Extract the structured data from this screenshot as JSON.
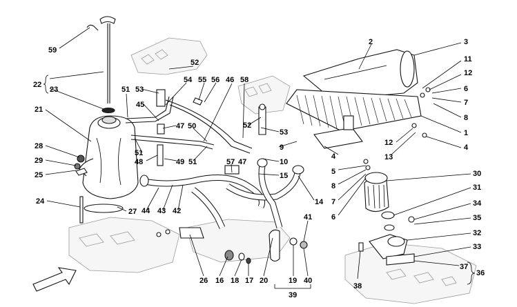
{
  "diagram": {
    "labels": [
      {
        "id": "59",
        "text": "59"
      },
      {
        "id": "22",
        "text": "22"
      },
      {
        "id": "23",
        "text": "23"
      },
      {
        "id": "21",
        "text": "21"
      },
      {
        "id": "28",
        "text": "28"
      },
      {
        "id": "29",
        "text": "29"
      },
      {
        "id": "25",
        "text": "25"
      },
      {
        "id": "24",
        "text": "24"
      },
      {
        "id": "27",
        "text": "27"
      },
      {
        "id": "51a",
        "text": "51"
      },
      {
        "id": "53a",
        "text": "53"
      },
      {
        "id": "45",
        "text": "45"
      },
      {
        "id": "52a",
        "text": "52"
      },
      {
        "id": "54",
        "text": "54"
      },
      {
        "id": "55",
        "text": "55"
      },
      {
        "id": "56",
        "text": "56"
      },
      {
        "id": "46",
        "text": "46"
      },
      {
        "id": "58",
        "text": "58"
      },
      {
        "id": "47a",
        "text": "47"
      },
      {
        "id": "50",
        "text": "50"
      },
      {
        "id": "51b",
        "text": "51"
      },
      {
        "id": "48",
        "text": "48"
      },
      {
        "id": "49",
        "text": "49"
      },
      {
        "id": "51c",
        "text": "51"
      },
      {
        "id": "57",
        "text": "57"
      },
      {
        "id": "47b",
        "text": "47"
      },
      {
        "id": "52b",
        "text": "52"
      },
      {
        "id": "53b",
        "text": "53"
      },
      {
        "id": "9",
        "text": "9"
      },
      {
        "id": "10",
        "text": "10"
      },
      {
        "id": "15",
        "text": "15"
      },
      {
        "id": "14",
        "text": "14"
      },
      {
        "id": "44",
        "text": "44"
      },
      {
        "id": "43",
        "text": "43"
      },
      {
        "id": "42",
        "text": "42"
      },
      {
        "id": "26",
        "text": "26"
      },
      {
        "id": "16",
        "text": "16"
      },
      {
        "id": "18",
        "text": "18"
      },
      {
        "id": "17",
        "text": "17"
      },
      {
        "id": "20",
        "text": "20"
      },
      {
        "id": "19",
        "text": "19"
      },
      {
        "id": "40",
        "text": "40"
      },
      {
        "id": "41",
        "text": "41"
      },
      {
        "id": "39",
        "text": "39"
      },
      {
        "id": "2",
        "text": "2"
      },
      {
        "id": "3",
        "text": "3"
      },
      {
        "id": "11",
        "text": "11"
      },
      {
        "id": "12a",
        "text": "12"
      },
      {
        "id": "6a",
        "text": "6"
      },
      {
        "id": "7a",
        "text": "7"
      },
      {
        "id": "8a",
        "text": "8"
      },
      {
        "id": "1",
        "text": "1"
      },
      {
        "id": "12b",
        "text": "12"
      },
      {
        "id": "4a",
        "text": "4"
      },
      {
        "id": "13",
        "text": "13"
      },
      {
        "id": "4b",
        "text": "4"
      },
      {
        "id": "5",
        "text": "5"
      },
      {
        "id": "8b",
        "text": "8"
      },
      {
        "id": "7b",
        "text": "7"
      },
      {
        "id": "6b",
        "text": "6"
      },
      {
        "id": "30",
        "text": "30"
      },
      {
        "id": "31",
        "text": "31"
      },
      {
        "id": "34",
        "text": "34"
      },
      {
        "id": "35",
        "text": "35"
      },
      {
        "id": "32",
        "text": "32"
      },
      {
        "id": "33",
        "text": "33"
      },
      {
        "id": "37",
        "text": "37"
      },
      {
        "id": "36",
        "text": "36"
      },
      {
        "id": "38",
        "text": "38"
      }
    ]
  }
}
